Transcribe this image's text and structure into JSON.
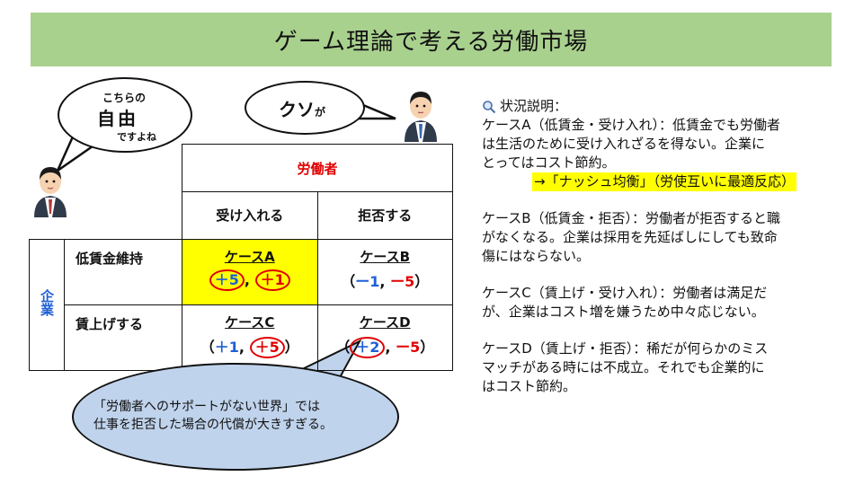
{
  "title": "ゲーム理論で考える労働市場",
  "bubble_left": {
    "line1": "こちらの",
    "line2": "自由",
    "line3": "ですよね"
  },
  "bubble_right": {
    "main": "クソ",
    "small": "が"
  },
  "matrix": {
    "worker_header": "労働者",
    "firm_header": "企業",
    "col_accept": "受け入れる",
    "col_reject": "拒否する",
    "row_low": "低賃金維持",
    "row_raise": "賃上げする",
    "cells": {
      "a": {
        "name": "ケースA",
        "firm": "＋5",
        "worker": "＋1"
      },
      "b": {
        "name": "ケースB",
        "firm": "ー1",
        "worker": "ー5"
      },
      "c": {
        "name": "ケースC",
        "firm": "＋1",
        "worker": "＋5"
      },
      "d": {
        "name": "ケースD",
        "firm": "＋2",
        "worker": "ー5"
      }
    }
  },
  "bottom_bubble": {
    "line1": "「労働者へのサポートがない世界」では",
    "line2": "仕事を拒否した場合の代償が大きすぎる。"
  },
  "explain": {
    "heading": "状況説明：",
    "a_line1": "ケースA（低賃金・受け入れ）：低賃金でも労働者",
    "a_line2": "は生活のために受け入れざるを得ない。企業に",
    "a_line3": "とってはコスト節約。",
    "a_eq": "→「ナッシュ均衡」（労使互いに最適反応）",
    "b_line1": "ケースB（低賃金・拒否）：労働者が拒否すると職",
    "b_line2": "がなくなる。企業は採用を先延ばしにしても致命",
    "b_line3": "傷にはならない。",
    "c_line1": "ケースC（賃上げ・受け入れ）：労働者は満足だ",
    "c_line2": "が、企業はコスト増を嫌うため中々応じない。",
    "d_line1": "ケースD（賃上げ・拒否）：稀だが何らかのミス",
    "d_line2": "マッチがある時には不成立。それでも企業的に",
    "d_line3": "はコスト節約。"
  },
  "colors": {
    "title_bg": "#a9d18e",
    "highlight": "#ffff00",
    "firm_blue": "#1f5fd6",
    "worker_red": "#e00000",
    "bubble_blue": "#c0d3ec"
  },
  "icons": [
    "businessman-icon",
    "magnifier-icon"
  ]
}
